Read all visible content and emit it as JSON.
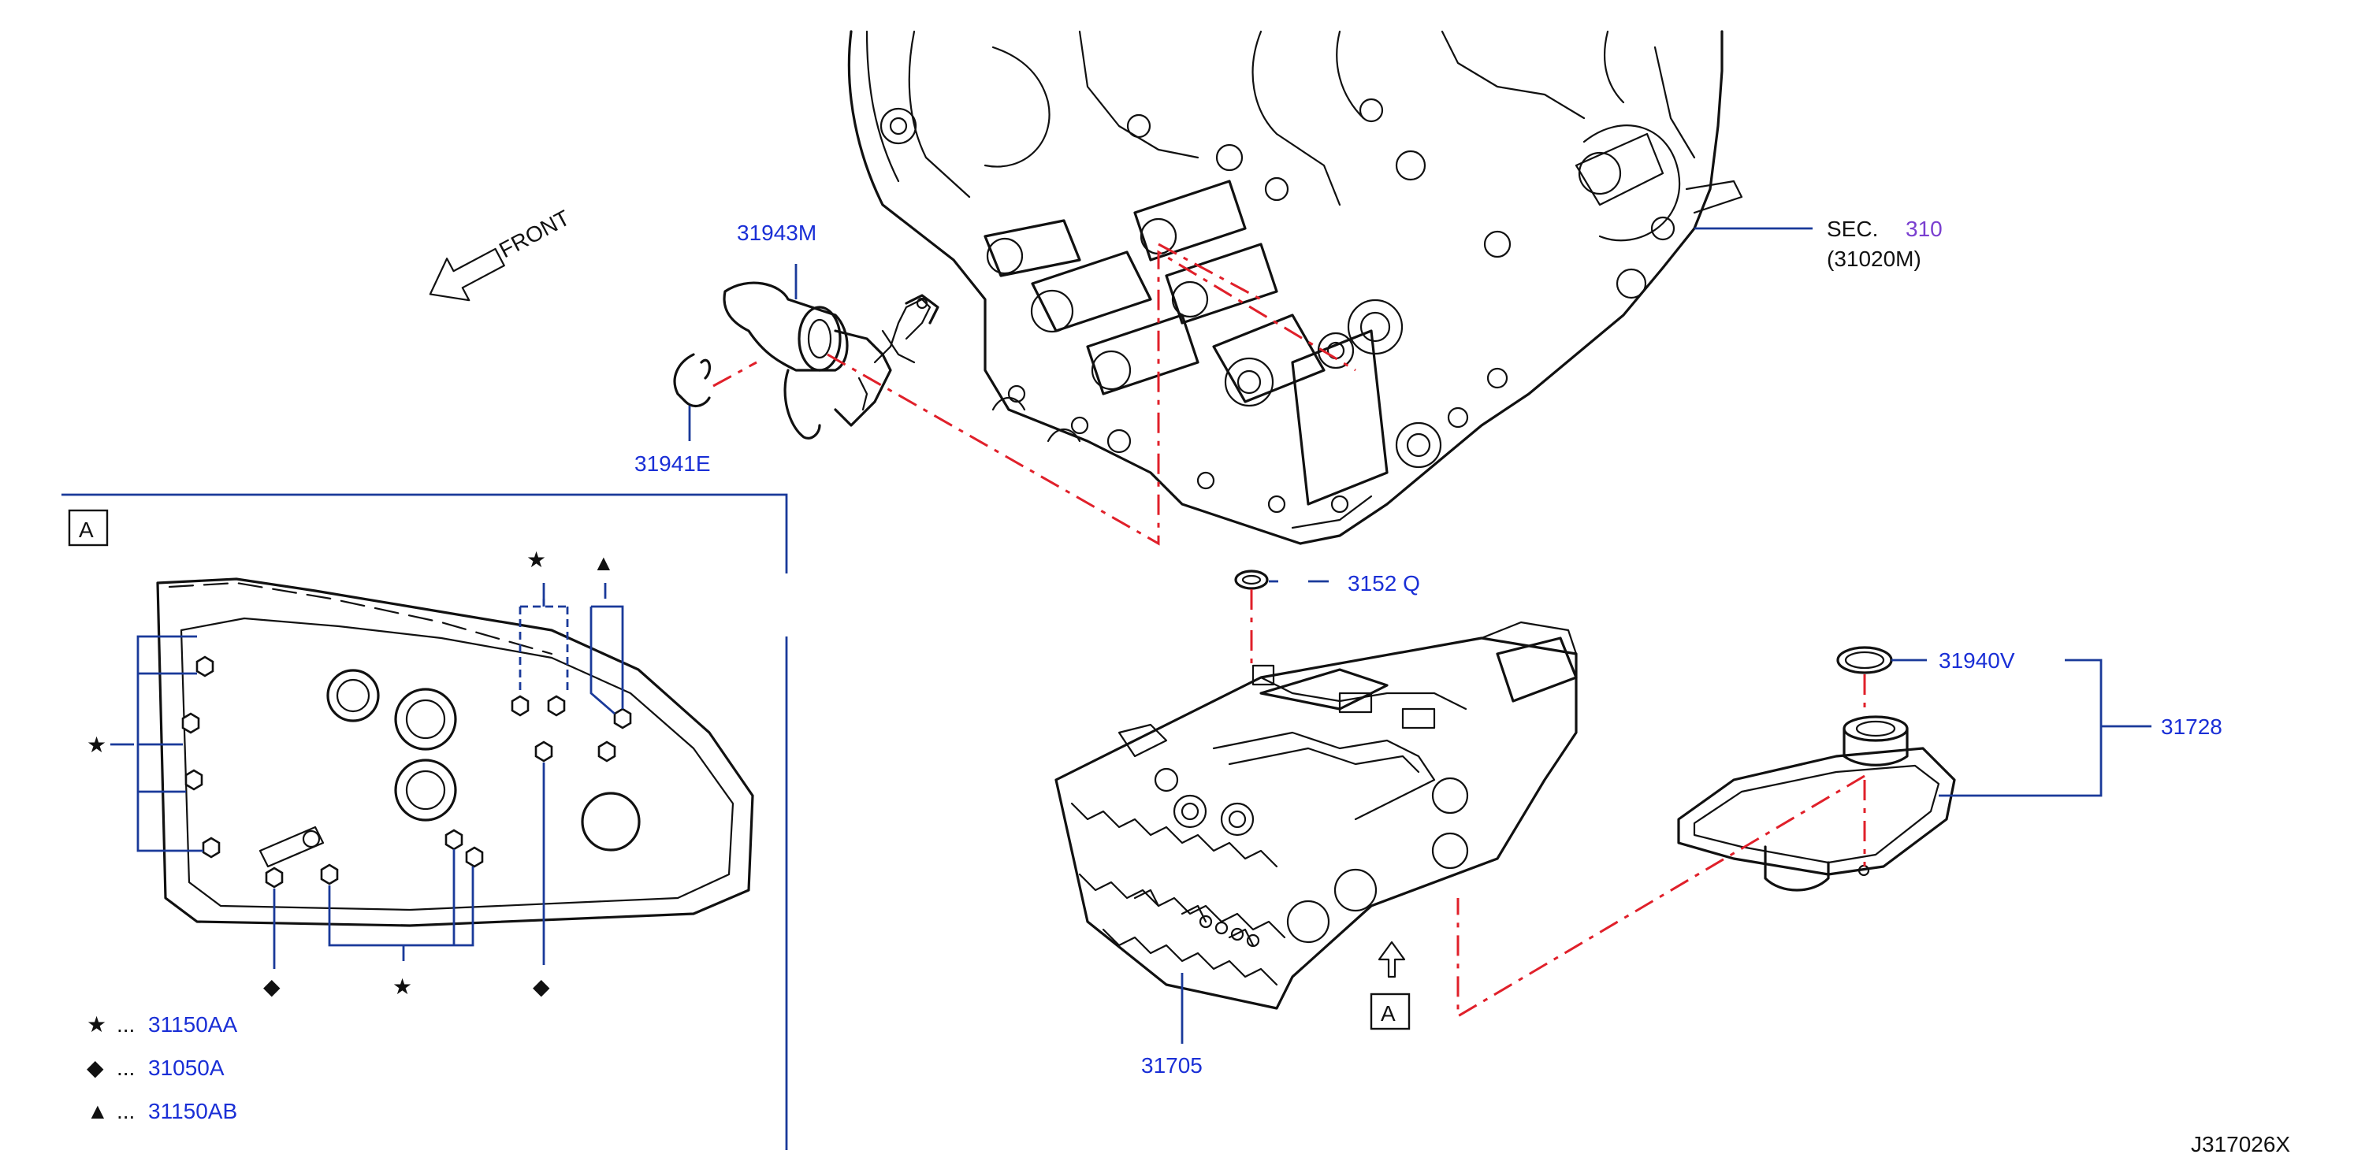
{
  "colors": {
    "line_art": "#111111",
    "label_blue": "#1a2fd6",
    "leader_blue": "#1a3a9a",
    "section_purple": "#7a3fd0",
    "phantom_red": "#e0202a"
  },
  "front_arrow": {
    "label": "FRONT",
    "icon": "arrow-icon"
  },
  "parts": {
    "p31943M": "31943M",
    "p31941E": "31941E",
    "sec_prefix": "SEC.",
    "sec_number": "310",
    "sec_sub": "(31020M)",
    "p3152Q": "3152  Q",
    "p31940V": "31940V",
    "p31728": "31728",
    "p31705": "31705"
  },
  "view_a": {
    "box_label": "A",
    "ref_label": "A"
  },
  "legend": [
    {
      "symbol": "★",
      "icon": "star-icon",
      "dots": "...",
      "part": "31150AA"
    },
    {
      "symbol": "◆",
      "icon": "diamond-icon",
      "dots": "...",
      "part": "31050A"
    },
    {
      "symbol": "▲",
      "icon": "triangle-icon",
      "dots": "...",
      "part": "31150AB"
    }
  ],
  "symbols": {
    "star": "★",
    "diamond": "◆",
    "triangle": "▲"
  },
  "drawing_id": "J317026X"
}
